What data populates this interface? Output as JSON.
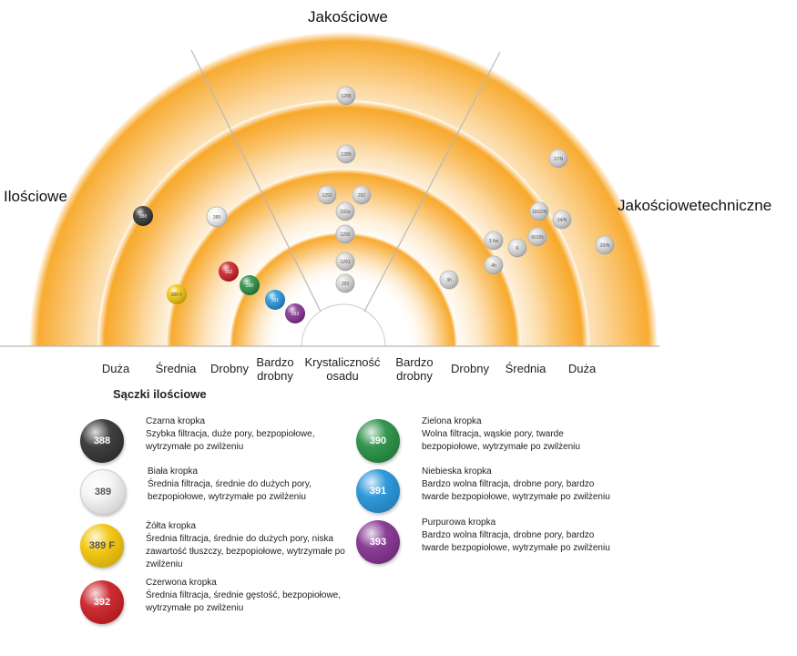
{
  "sectors": {
    "left": "Ilościowe",
    "top": "Jakościowe",
    "right": "Jakościowetechniczne"
  },
  "axis_labels": [
    "Duża",
    "Średnia",
    "Drobny",
    "Bardzo\ndrobny",
    "Krystaliczność\nosadu",
    "Bardzo\ndrobny",
    "Drobny",
    "Średnia",
    "Duża"
  ],
  "balls": [
    {
      "label": "388",
      "color": "black"
    },
    {
      "label": "389",
      "color": "white"
    },
    {
      "label": "389 F",
      "color": "yellow"
    },
    {
      "label": "392",
      "color": "red"
    },
    {
      "label": "390",
      "color": "green"
    },
    {
      "label": "391",
      "color": "blue"
    },
    {
      "label": "393",
      "color": "purple"
    },
    {
      "label": "1288",
      "color": "silver"
    },
    {
      "label": "1289",
      "color": "silver"
    },
    {
      "label": "1292",
      "color": "silver"
    },
    {
      "label": "292",
      "color": "silver"
    },
    {
      "label": "292a",
      "color": "silver"
    },
    {
      "label": "1290",
      "color": "silver"
    },
    {
      "label": "1291",
      "color": "silver"
    },
    {
      "label": "293",
      "color": "silver"
    },
    {
      "label": "3h",
      "color": "silver"
    },
    {
      "label": "3 hw",
      "color": "silver"
    },
    {
      "label": "4h",
      "color": "silver"
    },
    {
      "label": "6",
      "color": "silver"
    },
    {
      "label": "1602/N",
      "color": "silver"
    },
    {
      "label": "601/N",
      "color": "silver"
    },
    {
      "label": "24/N",
      "color": "silver"
    },
    {
      "label": "17/N",
      "color": "silver"
    },
    {
      "label": "20/N",
      "color": "silver"
    }
  ],
  "colors": {
    "black": "#2b2b2b",
    "white": "#f4f4f4",
    "yellow": "#f2c200",
    "red": "#c8161d",
    "green": "#1f8a3c",
    "blue": "#1c8fd6",
    "purple": "#7d2a8c",
    "silver": "#d9d9d9",
    "glow": "#f7a21b"
  },
  "legend": {
    "title": "Sączki ilościowe",
    "left_items": [
      {
        "number": "388",
        "color": "black",
        "name": "Czarna kropka",
        "desc": "Szybka filtracja, duże pory, bezpopiołowe, wytrzymałe po zwilżeniu"
      },
      {
        "number": "389",
        "color": "white",
        "name": "Biała kropka",
        "desc": "Średnia filtracja, średnie do dużych pory, bezpopiołowe, wytrzymałe po zwilżeniu"
      },
      {
        "number": "389 F",
        "color": "yellow",
        "name": "Żółta kropka",
        "desc": "Średnia filtracja, średnie do dużych pory, niska zawartość tłuszczy, bezpopiołowe, wytrzymałe po zwilżeniu"
      },
      {
        "number": "392",
        "color": "red",
        "name": "Czerwona kropka",
        "desc": "Średnia filtracja, średnie gęstość, bezpopiołowe, wytrzymałe po zwilżeniu"
      }
    ],
    "right_items": [
      {
        "number": "390",
        "color": "green",
        "name": "Zielona kropka",
        "desc": "Wolna filtracja, wąskie pory, twarde bezpopiołowe, wytrzymałe po zwilżeniu"
      },
      {
        "number": "391",
        "color": "blue",
        "name": "Niebieska kropka",
        "desc": "Bardzo wolna filtracja, drobne pory, bardzo twarde bezpopiołowe, wytrzymałe po zwilżeniu"
      },
      {
        "number": "393",
        "color": "purple",
        "name": "Purpurowa kropka",
        "desc": "Bardzo wolna filtracja, drobne pory, bardzo twarde bezpopiołowe, wytrzymałe po zwilżeniu"
      }
    ]
  }
}
